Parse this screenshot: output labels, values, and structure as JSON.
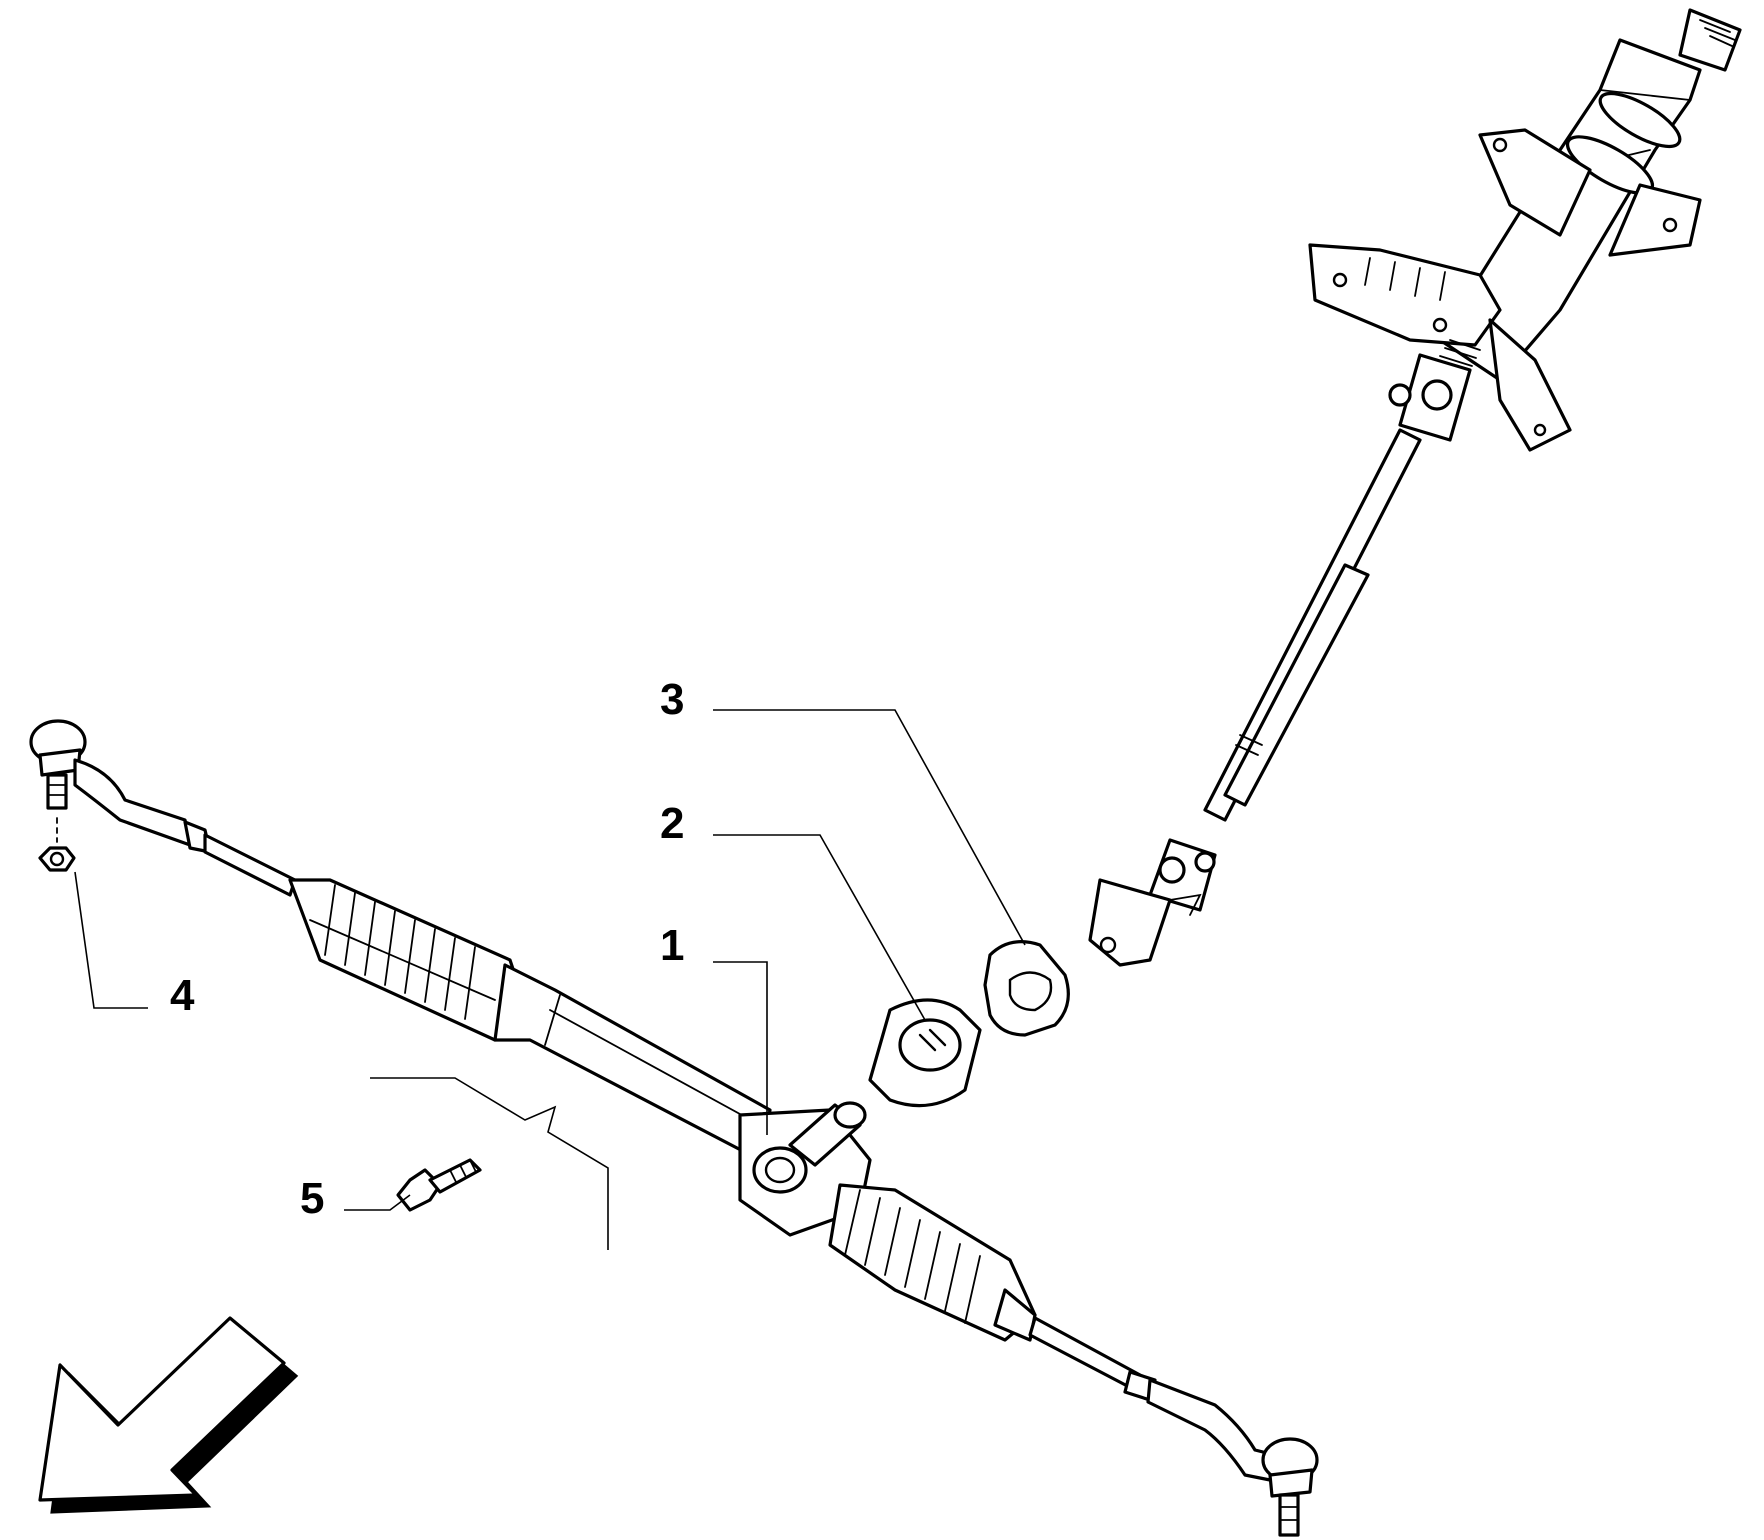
{
  "callouts": [
    {
      "id": "1",
      "label": "1"
    },
    {
      "id": "2",
      "label": "2"
    },
    {
      "id": "3",
      "label": "3"
    },
    {
      "id": "4",
      "label": "4"
    },
    {
      "id": "5",
      "label": "5"
    }
  ],
  "colors": {
    "line": "#000000",
    "background": "#ffffff"
  },
  "icons": {
    "direction_arrow": "front-direction-arrow-icon"
  }
}
